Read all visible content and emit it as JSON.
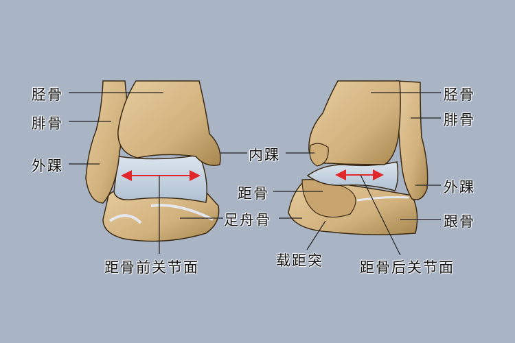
{
  "colors": {
    "background": "#A9B4C5",
    "bone": "#D8BA8A",
    "bone_dark": "#A58555",
    "cartilage": "#C9D6E2",
    "arrow": "#E0282C",
    "leader": "#222222"
  },
  "left_view": {
    "labels": [
      {
        "id": "tibia",
        "text": "胫骨"
      },
      {
        "id": "fibula",
        "text": "腓骨"
      },
      {
        "id": "lateral-malleolus",
        "text": "外踝"
      },
      {
        "id": "navicular",
        "text": "足舟骨"
      },
      {
        "id": "talar-anterior-articular-surface",
        "text": "距骨前关节面"
      }
    ]
  },
  "right_view": {
    "labels": [
      {
        "id": "medial-malleolus",
        "text": "内踝"
      },
      {
        "id": "talus",
        "text": "距骨"
      },
      {
        "id": "sustentaculum-tali",
        "text": "载距突"
      },
      {
        "id": "tibia",
        "text": "胫骨"
      },
      {
        "id": "fibula",
        "text": "腓骨"
      },
      {
        "id": "lateral-malleolus",
        "text": "外踝"
      },
      {
        "id": "calcaneus",
        "text": "跟骨"
      },
      {
        "id": "talar-posterior-articular-surface",
        "text": "距骨后关节面"
      }
    ]
  }
}
